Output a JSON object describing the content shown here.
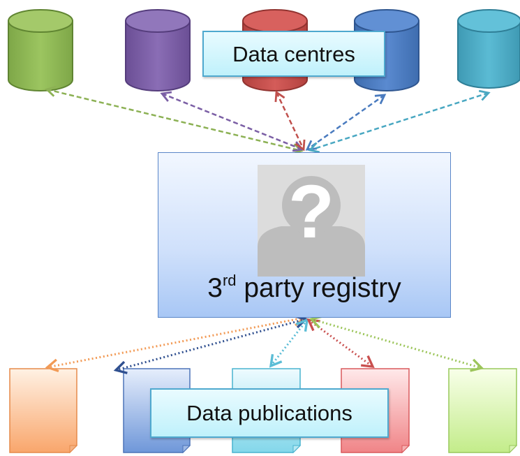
{
  "data_centres": {
    "label": "Data centres",
    "colors": [
      "#8cb154",
      "#7b5fa5",
      "#c0504d",
      "#4a7bbf",
      "#4aa8c2"
    ]
  },
  "registry": {
    "label_prefix": "3",
    "label_sup": "rd",
    "label_rest": " party registry",
    "icon": "unknown-person-icon"
  },
  "data_publications": {
    "label": "Data publications",
    "colors": [
      "#f9ae78",
      "#6f97d9",
      "#83d7ea",
      "#f08487",
      "#c3ec8a"
    ]
  },
  "arrow_style": "dotted-bidirectional"
}
